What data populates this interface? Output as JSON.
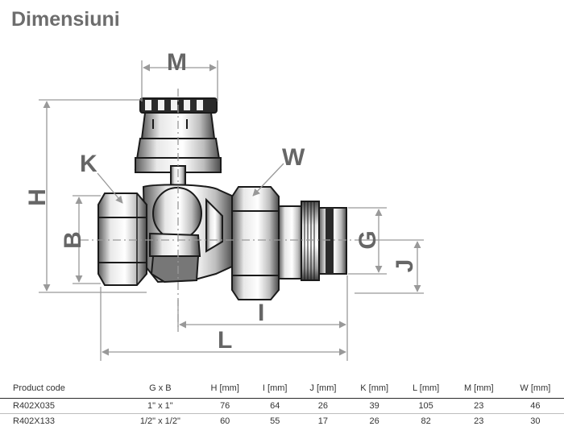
{
  "title": "Dimensiuni",
  "labels": {
    "M": "M",
    "H": "H",
    "K": "K",
    "W": "W",
    "B": "B",
    "G": "G",
    "J": "J",
    "I": "I",
    "L": "L"
  },
  "table": {
    "headers": [
      "Product code",
      "G x B",
      "H [mm]",
      "I [mm]",
      "J [mm]",
      "K [mm]",
      "L [mm]",
      "M [mm]",
      "W [mm]"
    ],
    "rows": [
      [
        "R402X035",
        "1\" x 1\"",
        "76",
        "64",
        "26",
        "39",
        "105",
        "23",
        "46"
      ],
      [
        "R402X133",
        "1/2\" x 1/2\"",
        "60",
        "55",
        "17",
        "26",
        "82",
        "23",
        "30"
      ]
    ]
  },
  "colors": {
    "title": "#6d6d6d",
    "dimension": "#999999",
    "label": "#666666",
    "outline": "#1a1a1a"
  }
}
